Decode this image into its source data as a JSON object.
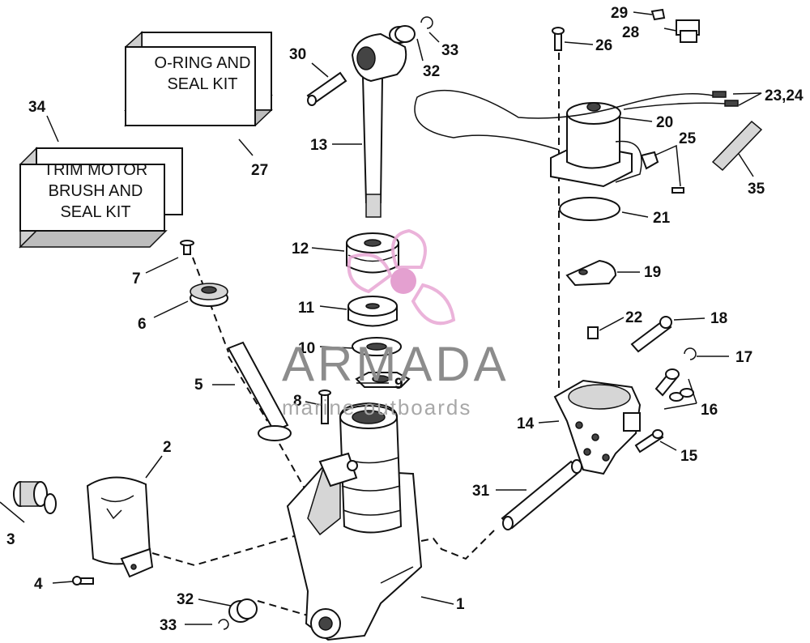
{
  "kits": {
    "oring_seal_kit": {
      "line1": "O-RING AND",
      "line2": "SEAL KIT"
    },
    "trim_motor_kit": {
      "line1": "TRIM MOTOR",
      "line2": "BRUSH AND",
      "line3": "SEAL KIT"
    }
  },
  "callouts": {
    "c1": "1",
    "c2": "2",
    "c3": "3",
    "c4": "4",
    "c5": "5",
    "c6": "6",
    "c7": "7",
    "c8": "8",
    "c9": "9",
    "c10": "10",
    "c11": "11",
    "c12": "12",
    "c13": "13",
    "c14": "14",
    "c15": "15",
    "c16": "16",
    "c17": "17",
    "c18": "18",
    "c19": "19",
    "c20": "20",
    "c21": "21",
    "c22": "22",
    "c23_24": "23,24",
    "c25": "25",
    "c26": "26",
    "c27": "27",
    "c28": "28",
    "c29": "29",
    "c30": "30",
    "c31": "31",
    "c32_top": "32",
    "c32_bottom": "32",
    "c33_top": "33",
    "c33_bottom": "33",
    "c34": "34",
    "c35": "35"
  },
  "watermark": {
    "brand": "ARMADA",
    "tagline": "marine outboards",
    "colors": {
      "logo_pink": "#e8a6d4",
      "logo_dot": "#e090c8",
      "text_gray": "#8c8c8c"
    }
  }
}
